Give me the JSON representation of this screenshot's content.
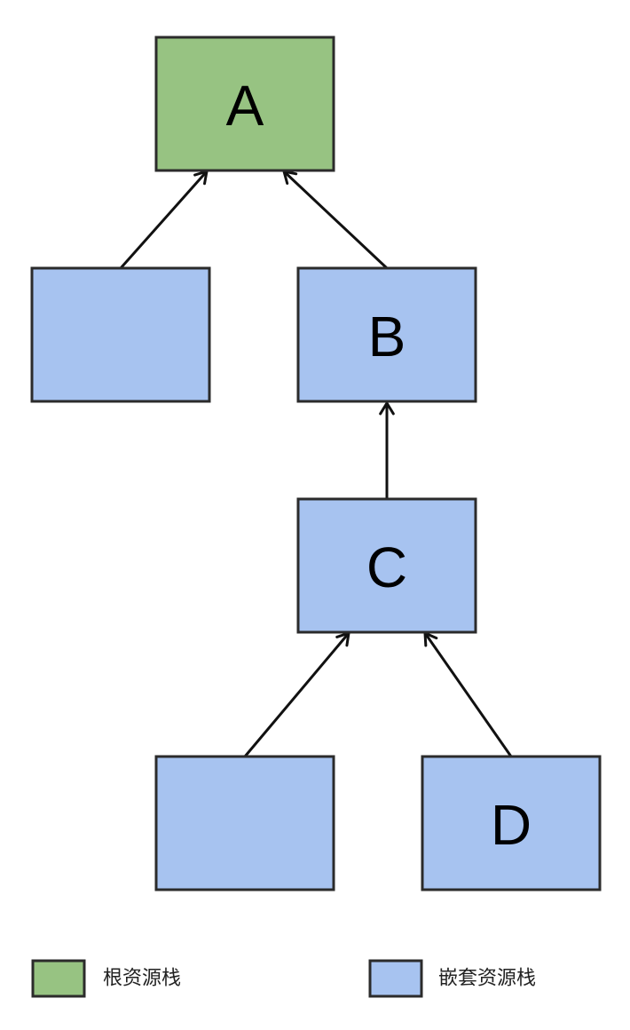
{
  "colors": {
    "root": "#97c382",
    "nested": "#a7c3f0",
    "stroke": "#2b2b2b"
  },
  "nodes": [
    {
      "id": "A",
      "label": "A",
      "kind": "root"
    },
    {
      "id": "left-1",
      "label": "",
      "kind": "nested"
    },
    {
      "id": "B",
      "label": "B",
      "kind": "nested"
    },
    {
      "id": "C",
      "label": "C",
      "kind": "nested"
    },
    {
      "id": "left-2",
      "label": "",
      "kind": "nested"
    },
    {
      "id": "D",
      "label": "D",
      "kind": "nested"
    }
  ],
  "edges": [
    {
      "from": "left-1",
      "to": "A"
    },
    {
      "from": "B",
      "to": "A"
    },
    {
      "from": "C",
      "to": "B"
    },
    {
      "from": "left-2",
      "to": "C"
    },
    {
      "from": "D",
      "to": "C"
    }
  ],
  "legend": {
    "root_label": "根资源栈",
    "nested_label": "嵌套资源栈"
  }
}
